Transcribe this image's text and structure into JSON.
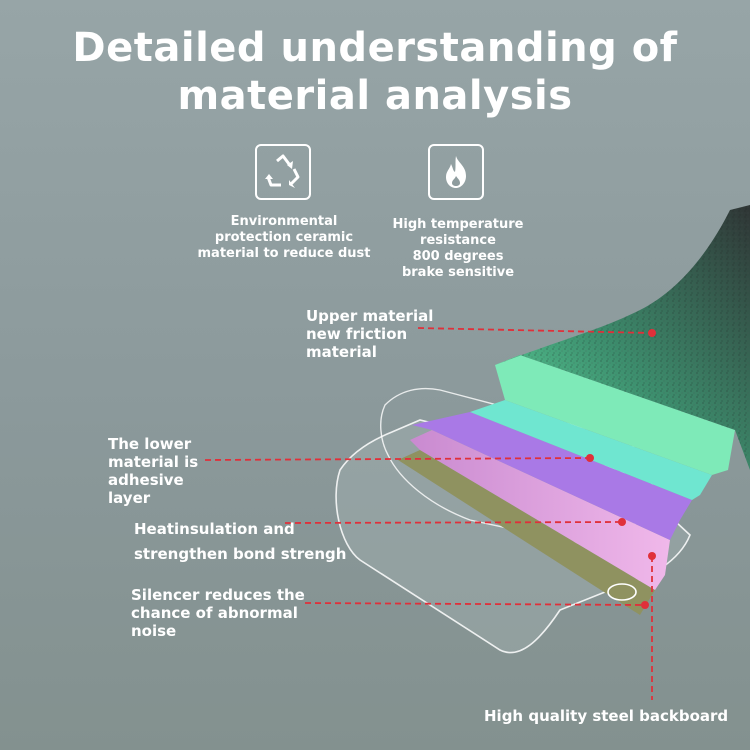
{
  "title": {
    "line1": "Detailed understanding of",
    "line2": "material analysis"
  },
  "features": [
    {
      "icon": "recycle-icon",
      "text": [
        "Environmental",
        "protection ceramic",
        "material to reduce dust"
      ]
    },
    {
      "icon": "flame-icon",
      "text": [
        "High temperature",
        "resistance",
        "800 degrees",
        "brake sensitive"
      ]
    }
  ],
  "callouts": {
    "upper_material": [
      "Upper material",
      "new friction",
      "material"
    ],
    "lower_material": [
      "The lower",
      "material is",
      "adhesive",
      "layer"
    ],
    "heat_insulation": [
      "Heatinsulation and",
      "strengthen bond strengh"
    ],
    "silencer": [
      "Silencer reduces the",
      "chance of abnormal",
      "noise"
    ],
    "backboard": [
      "High quality steel backboard"
    ]
  },
  "colors": {
    "background": "#8e9c9e",
    "friction_top": "#2f3535",
    "friction_green": "#5fe0a2",
    "adhesive_cyan": "#6fe6d0",
    "insulation_purple": "#a979e6",
    "silencer_pink": "#e6a0e0",
    "steel_olive": "#8f9260",
    "leader_line": "#e0303a"
  }
}
